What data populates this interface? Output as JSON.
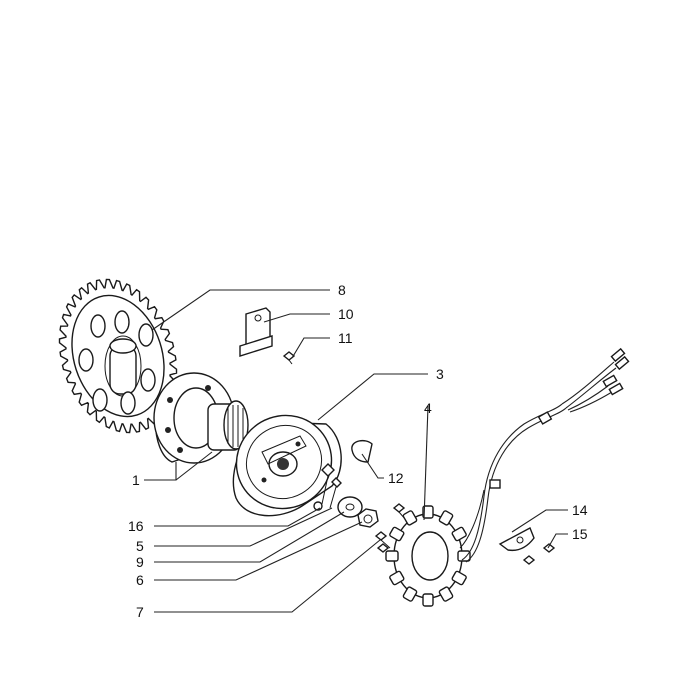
{
  "diagram": {
    "callouts": {
      "c1": "1",
      "c3": "3",
      "c4": "4",
      "c5": "5",
      "c6": "6",
      "c7": "7",
      "c8": "8",
      "c9": "9",
      "c10": "10",
      "c11": "11",
      "c12": "12",
      "c14": "14",
      "c15": "15",
      "c16": "16"
    }
  }
}
